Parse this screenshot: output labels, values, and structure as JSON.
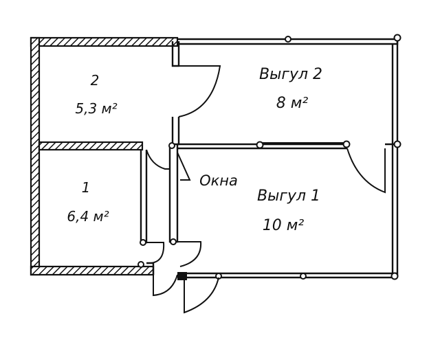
{
  "plan": {
    "rooms": [
      {
        "id": "room-2",
        "number": "2",
        "area": "5,3 м²"
      },
      {
        "id": "room-1",
        "number": "1",
        "area": "6,4 м²"
      },
      {
        "id": "paddock-2",
        "name": "Выгул 2",
        "area": "8 м²"
      },
      {
        "id": "paddock-1",
        "name": "Выгул 1",
        "area": "10 м²"
      }
    ],
    "windows_label": "Окна"
  }
}
